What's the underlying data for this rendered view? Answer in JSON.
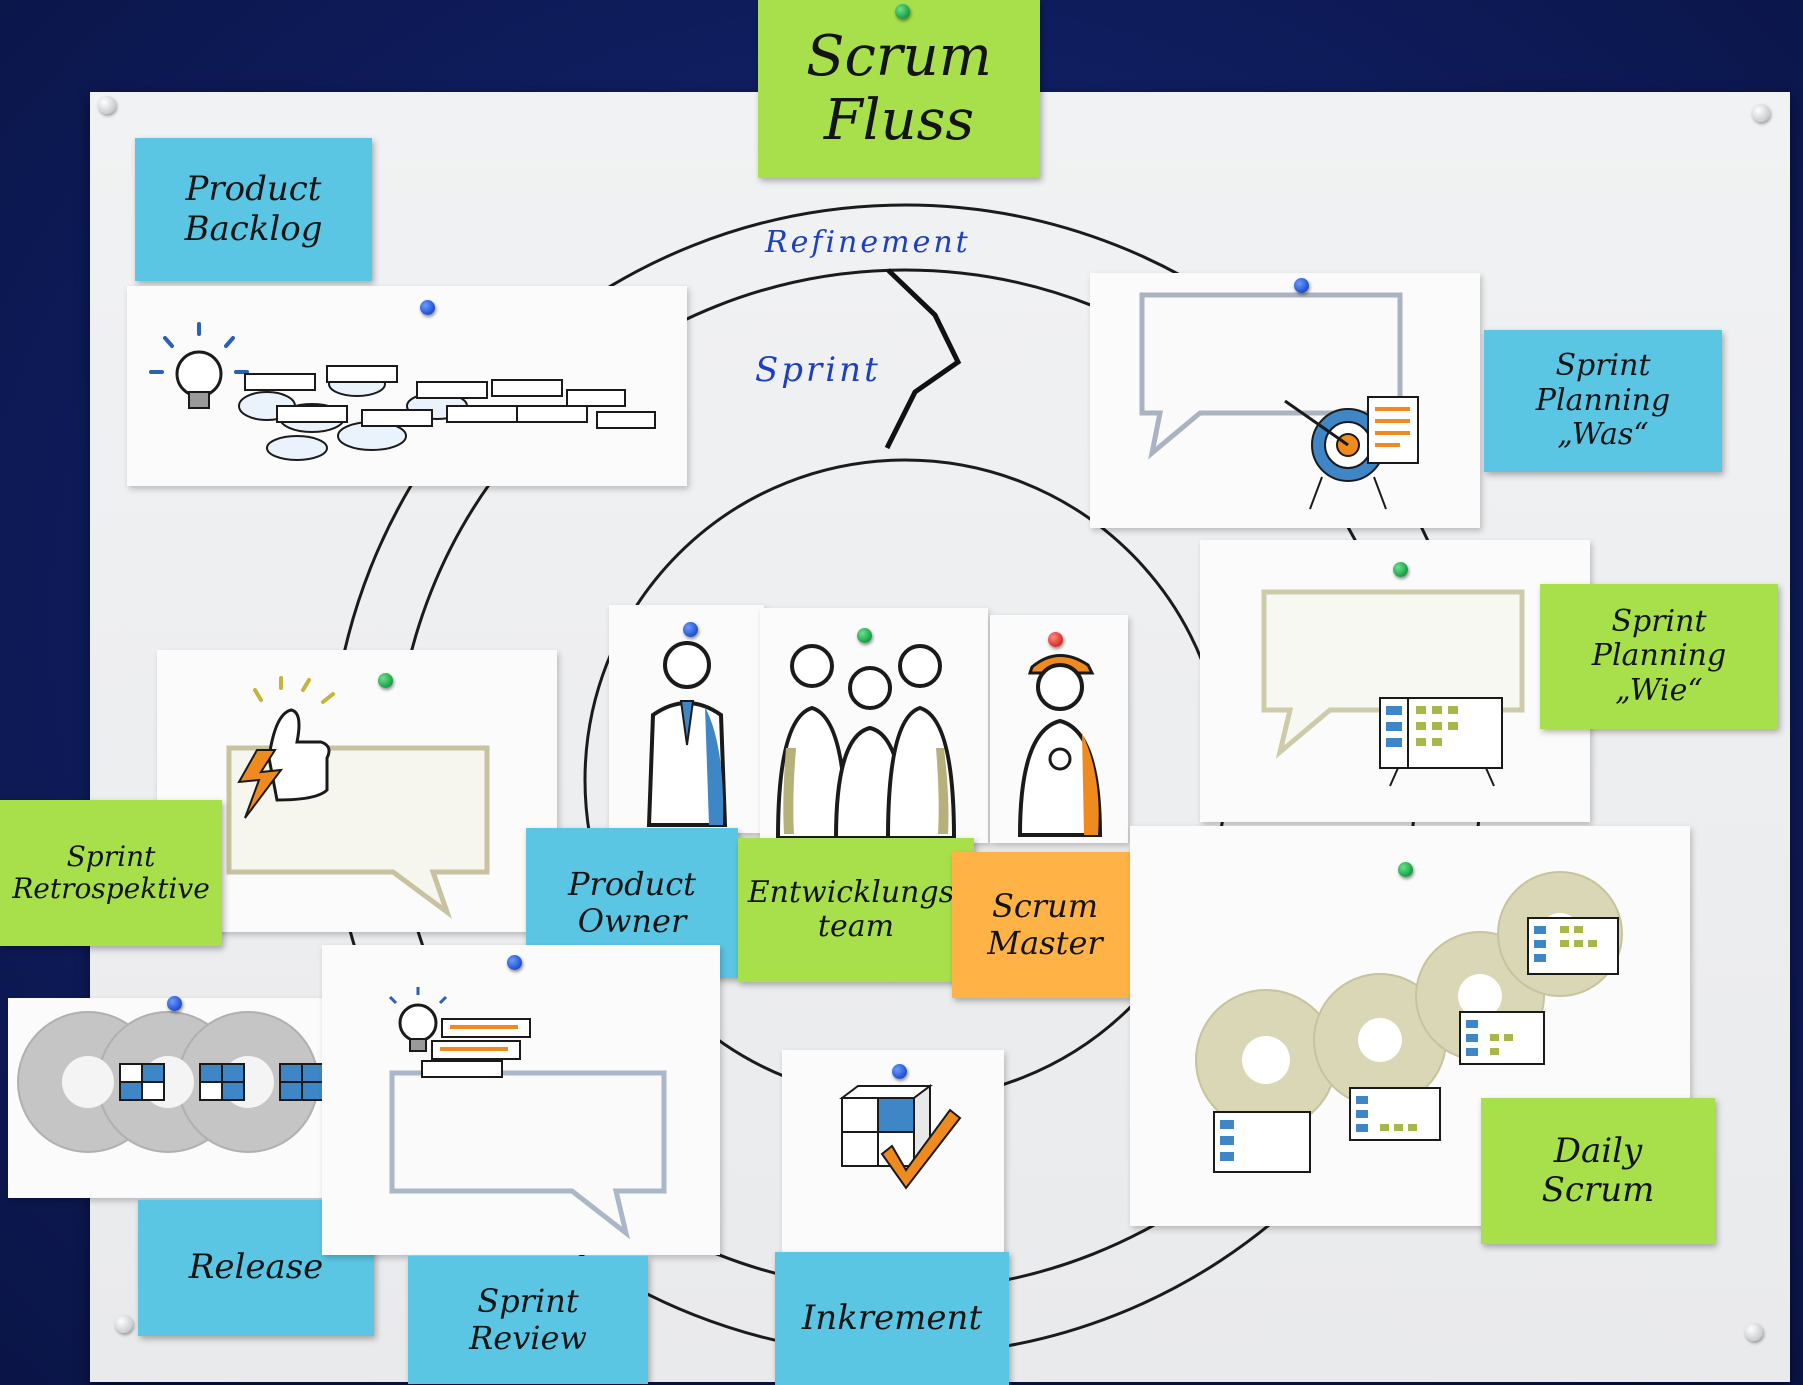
{
  "title": "Scrum\nFluss",
  "cycle_labels": {
    "outer": "Refinement",
    "inner": "Sprint"
  },
  "notes": {
    "product_backlog": "Product\nBacklog",
    "sprint_planning_was": "Sprint\nPlanning\n„Was“",
    "sprint_planning_wie": "Sprint\nPlanning\n„Wie“",
    "sprint_retrospektive": "Sprint\nRetrospektive",
    "product_owner": "Product\nOwner",
    "entwicklungsteam": "Entwicklungs-\nteam",
    "scrum_master": "Scrum\nMaster",
    "daily_scrum": "Daily\nScrum",
    "release": "Release",
    "sprint_review": "Sprint\nReview",
    "inkrement": "Inkrement"
  },
  "colors": {
    "cyan": "#5bc6e4",
    "lime": "#a8e04b",
    "orange": "#ffb347",
    "board": "#0f1d5e",
    "ink_blue": "#1e3fbf",
    "icon_blue": "#3f86c7",
    "icon_olive": "#b6b07a",
    "icon_orange": "#ef8a1f"
  },
  "icons": [
    "lightbulb-icon",
    "cloud-icon",
    "target-icon",
    "thumbs-up-icon",
    "lightning-icon",
    "cube-icon",
    "checkmark-icon",
    "taskboard-icon",
    "speech-bubble-icon",
    "cycle-ring-icon"
  ]
}
